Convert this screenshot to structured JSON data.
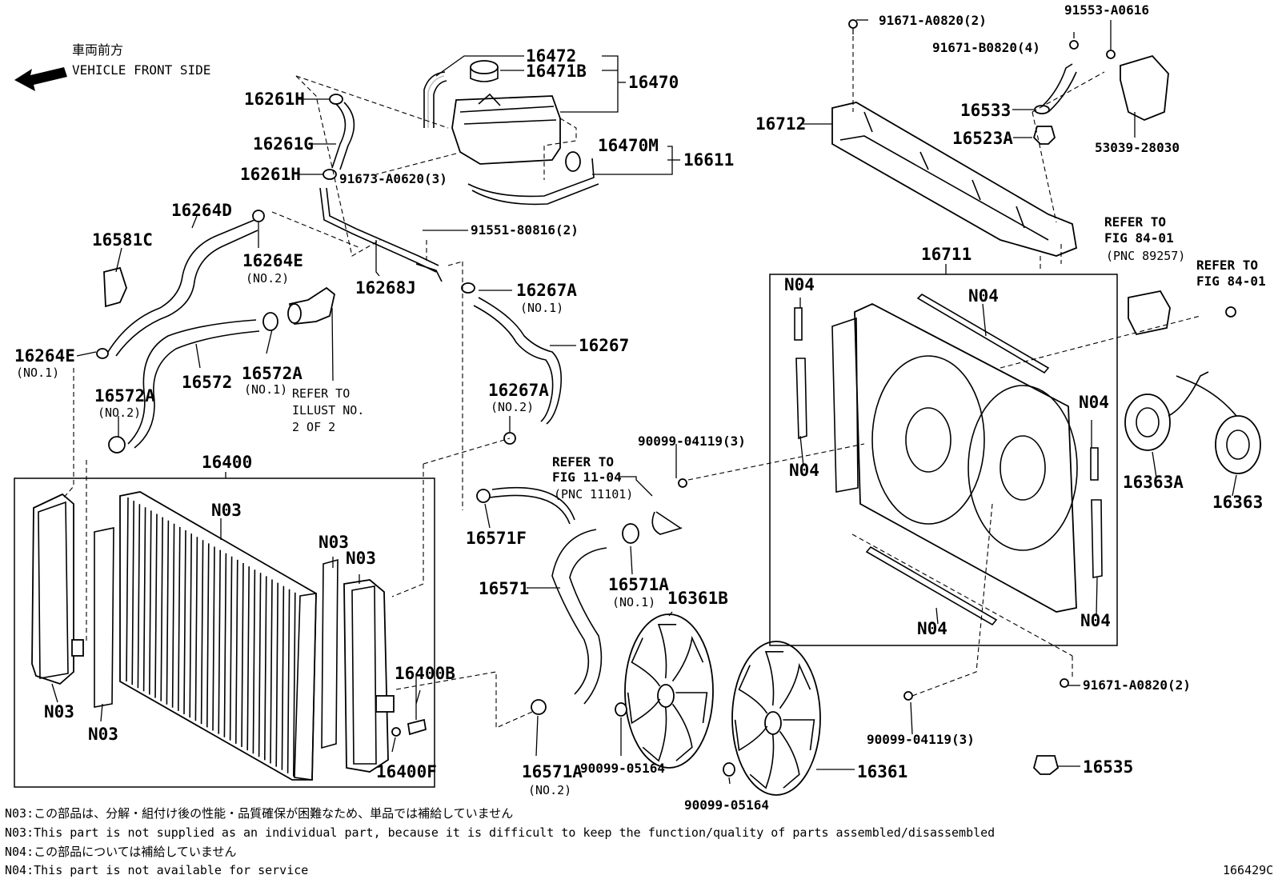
{
  "front": {
    "jp": "車両前方",
    "en": "VEHICLE FRONT SIDE"
  },
  "labels": {
    "p16472": "16472",
    "p16471B": "16471B",
    "p16470": "16470",
    "p16261H_top": "16261H",
    "p16261G": "16261G",
    "p16261H_bot": "16261H",
    "p91673": "91673-A0620(3)",
    "p16470M": "16470M",
    "p16611": "16611",
    "p16264D": "16264D",
    "p16581C": "16581C",
    "p16264E_top": "16264E",
    "no2_a": "(NO.2)",
    "p16268J": "16268J",
    "p91551": "91551-80816(2)",
    "p16267A_top": "16267A",
    "no1_a": "(NO.1)",
    "p16267": "16267",
    "p16264E_bot": "16264E",
    "no1_b": "(NO.1)",
    "p16572": "16572",
    "p16572A_r": "16572A",
    "no1_c": "(NO.1)",
    "p16572A_l": "16572A",
    "no2_b": "(NO.2)",
    "refer_illust_1": "REFER TO",
    "refer_illust_2": "ILLUST NO.",
    "refer_illust_3": "2 OF 2",
    "p16267A_bot": "16267A",
    "no2_c": "(NO.2)",
    "p16400": "16400",
    "n03_a": "N03",
    "n03_b": "N03",
    "n03_c": "N03",
    "n03_d": "N03",
    "n03_e": "N03",
    "p16400B": "16400B",
    "p16400F": "16400F",
    "refer_fig1104_1": "REFER TO",
    "refer_fig1104_2": "FIG 11-04",
    "refer_fig1104_3": "(PNC 11101)",
    "p90099_04119_a": "90099-04119(3)",
    "p16571F": "16571F",
    "p16571": "16571",
    "p16571A_top": "16571A",
    "no1_d": "(NO.1)",
    "p16361B": "16361B",
    "p16571A_bot": "16571A",
    "no2_d": "(NO.2)",
    "p90099_05164_a": "90099-05164",
    "p90099_05164_b": "90099-05164",
    "p16361": "16361",
    "p91671_a": "91671-A0820(2)",
    "p91553": "91553-A0616",
    "p91671_b": "91671-B0820(4)",
    "p16533": "16533",
    "p16523A": "16523A",
    "p53039": "53039-28030",
    "p16712": "16712",
    "refer_fig8401_a1": "REFER TO",
    "refer_fig8401_a2": "FIG 84-01",
    "refer_fig8401_a3": "(PNC 89257)",
    "refer_fig8401_b1": "REFER TO",
    "refer_fig8401_b2": "FIG 84-01",
    "p16711": "16711",
    "n04_a": "N04",
    "n04_b": "N04",
    "n04_c": "N04",
    "n04_d": "N04",
    "n04_e": "N04",
    "n04_f": "N04",
    "p16363A": "16363A",
    "p16363": "16363",
    "p91671_c": "91671-A0820(2)",
    "p90099_04119_b": "90099-04119(3)",
    "p16535": "16535"
  },
  "notes": [
    "N03:この部品は、分解・組付け後の性能・品質確保が困難なため、単品では補給していません",
    "N03:This part is not supplied as an individual part, because it is difficult to keep the function/quality of parts assembled/disassembled",
    "N04:この部品については補給していません",
    "N04:This part is not available for service"
  ],
  "figure_id": "166429C"
}
